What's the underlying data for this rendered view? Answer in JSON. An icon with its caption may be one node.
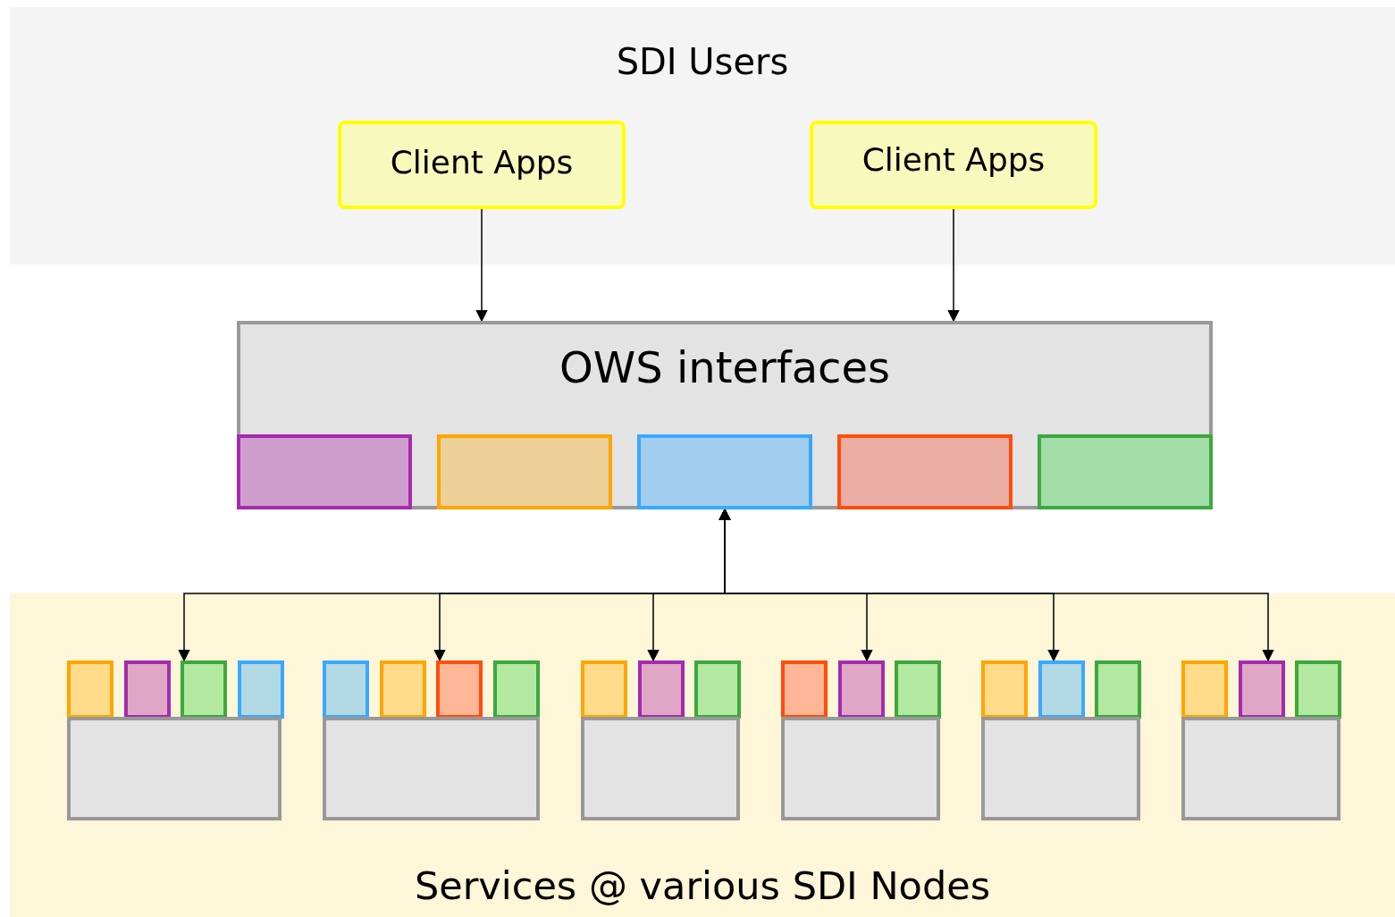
{
  "diagram": {
    "nodes": [
      {
        "text": [
          "SDI Users"
        ]
      },
      {
        "text": [
          "Client Apps"
        ],
        "in": 0
      },
      {
        "text": [
          "Client Apps"
        ],
        "in": 0
      },
      {
        "text": [
          "OWS interfaces"
        ]
      },
      {
        "text": [],
        "shape": "box",
        "in": 3
      },
      {
        "text": [],
        "shape": "box",
        "in": 3
      },
      {
        "text": [],
        "shape": "box",
        "in": 3
      },
      {
        "text": [],
        "shape": "box",
        "in": 3
      },
      {
        "text": [],
        "shape": "box",
        "in": 3
      },
      {
        "text": [
          "Services @ various SDI Nodes"
        ]
      },
      {
        "text": [],
        "shape": "box",
        "in": 9
      },
      {
        "text": [],
        "shape": "box",
        "in": 9
      },
      {
        "text": [],
        "shape": "box",
        "in": 9
      },
      {
        "text": [],
        "shape": "box",
        "in": 9
      },
      {
        "text": [],
        "shape": "box",
        "in": 9
      },
      {
        "text": [],
        "shape": "box",
        "in": 9
      },
      {
        "text": [],
        "shape": "box",
        "in": 9
      },
      {
        "text": [],
        "shape": "box",
        "in": 9
      },
      {
        "text": [],
        "shape": "box",
        "in": 9
      },
      {
        "text": [],
        "shape": "box",
        "in": 9
      },
      {
        "text": [],
        "shape": "box",
        "in": 9
      },
      {
        "text": [],
        "shape": "box",
        "in": 9
      },
      {
        "text": [],
        "shape": "box",
        "in": 9
      },
      {
        "text": [],
        "shape": "box",
        "in": 9
      },
      {
        "text": [],
        "shape": "box",
        "in": 9
      },
      {
        "text": [],
        "shape": "box",
        "in": 9
      },
      {
        "text": [],
        "shape": "box",
        "in": 9
      },
      {
        "text": [],
        "shape": "box",
        "in": 9
      },
      {
        "text": [],
        "shape": "box",
        "in": 9
      },
      {
        "text": [],
        "shape": "box",
        "in": 9
      },
      {
        "text": [],
        "shape": "box",
        "in": 9
      },
      {
        "text": [],
        "shape": "box",
        "in": 9
      },
      {
        "text": [],
        "shape": "box",
        "in": 9
      },
      {
        "text": [],
        "shape": "box",
        "in": 9
      },
      {
        "text": [],
        "shape": "box",
        "in": 9
      },
      {
        "text": [],
        "shape": "box",
        "in": 9
      }
    ],
    "edges": [
      {
        "from": 1,
        "to": 3,
        "arrow": "to"
      },
      {
        "from": 2,
        "to": 3,
        "arrow": "to"
      },
      {
        "from": 6,
        "to": 12,
        "arrow": "both"
      },
      {
        "from": 6,
        "to": 17,
        "arrow": "both"
      },
      {
        "from": 6,
        "to": 21,
        "arrow": "both"
      },
      {
        "from": 6,
        "to": 25,
        "arrow": "both"
      },
      {
        "from": 6,
        "to": 29,
        "arrow": "both"
      },
      {
        "from": 6,
        "to": 33,
        "arrow": "both"
      }
    ]
  }
}
